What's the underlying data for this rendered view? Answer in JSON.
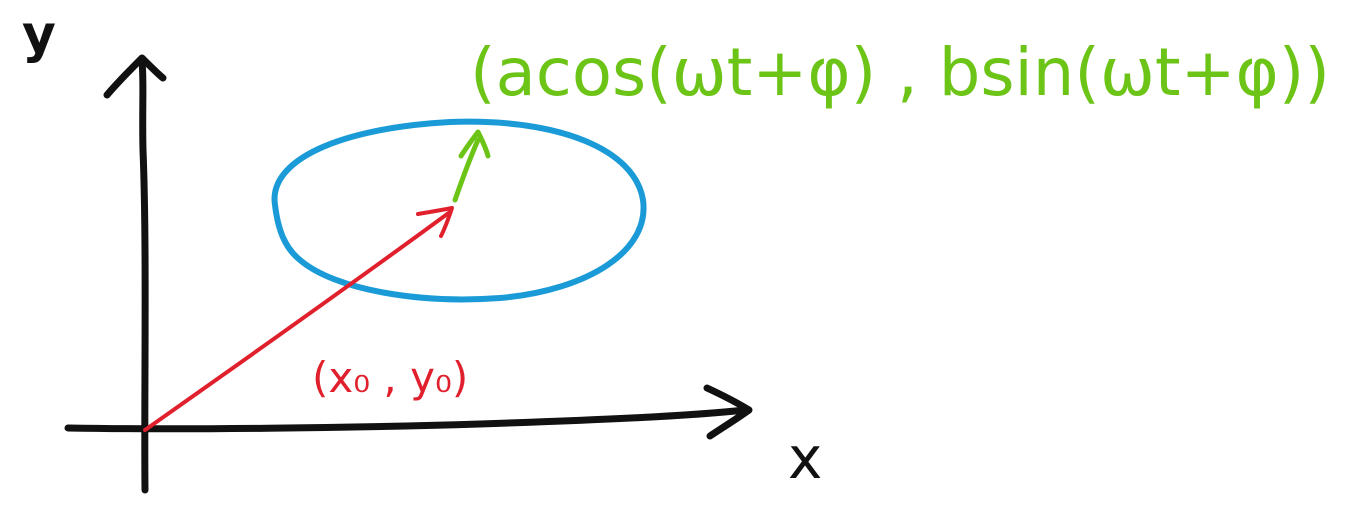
{
  "axes": {
    "x_label": "x",
    "y_label": "y"
  },
  "labels": {
    "center": "(x₀ , y₀)",
    "parametric_point": "(acos(ωt+φ) , bsin(ωt+φ))"
  },
  "colors": {
    "axes": "#111111",
    "ellipse": "#1a9bd7",
    "center_vector": "#e0202c",
    "radius_vector": "#6cc417",
    "formula": "#6cc417"
  }
}
